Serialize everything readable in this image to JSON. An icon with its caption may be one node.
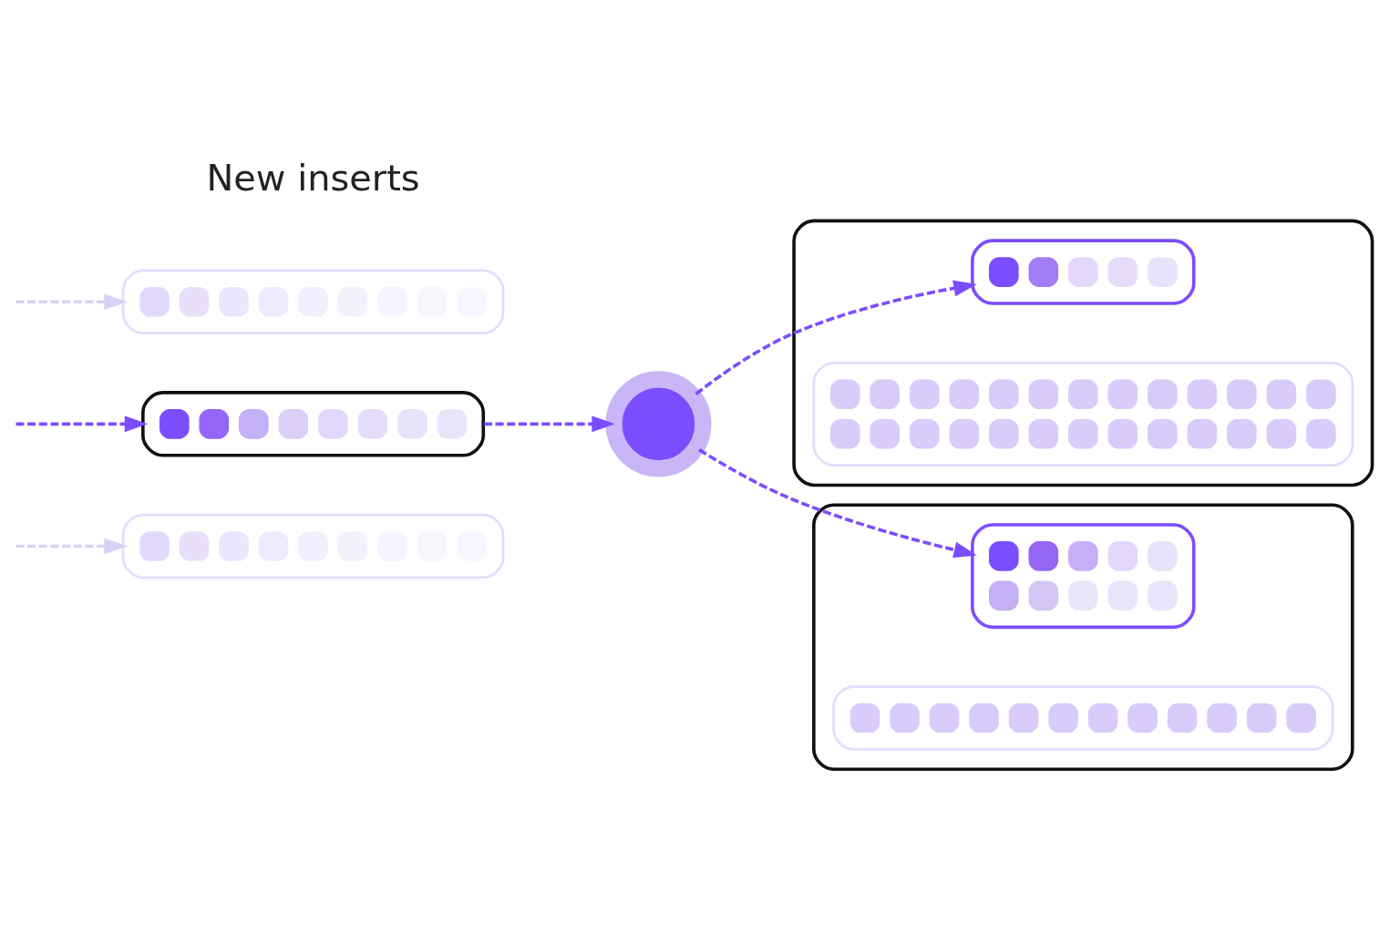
{
  "diagram": {
    "nodes": [
      {
        "text": [],
        "shape": "bar"
      },
      {
        "text": [],
        "shape": "bar"
      },
      {
        "text": [],
        "shape": "bar"
      },
      {
        "text": [],
        "shape": "circle"
      },
      {
        "text": [],
        "shape": "box"
      },
      {
        "text": [],
        "shape": "box",
        "in": 4
      },
      {
        "text": [],
        "shape": "bar",
        "in": 4
      },
      {
        "text": [],
        "shape": "box"
      },
      {
        "text": [],
        "shape": "box",
        "in": 7
      },
      {
        "text": [],
        "shape": "bar",
        "in": 7
      }
    ],
    "edges": [
      {
        "from": null,
        "to": 0,
        "arrow": "to",
        "style": "dashed",
        "color": "#d9d0f5"
      },
      {
        "from": null,
        "to": 1,
        "arrow": "to",
        "style": "dashed"
      },
      {
        "from": null,
        "to": 2,
        "arrow": "to",
        "style": "dashed",
        "color": "#d9d0f5"
      },
      {
        "from": 1,
        "to": 3,
        "arrow": "to",
        "style": "dashed"
      },
      {
        "from": 3,
        "to": 5,
        "arrow": "to",
        "style": "dashed"
      },
      {
        "from": 3,
        "to": 8,
        "arrow": "to",
        "style": "dashed"
      }
    ],
    "labels": [
      "New inserts"
    ]
  }
}
